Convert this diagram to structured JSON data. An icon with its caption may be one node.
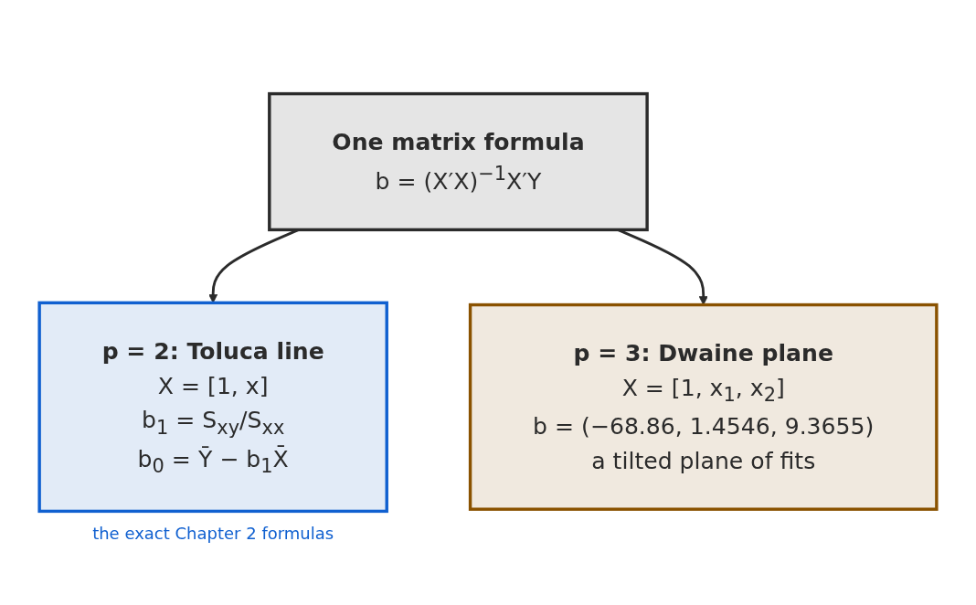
{
  "diagram": {
    "nodes": [
      {
        "text": [
          "One matrix formula",
          "b = (X′X)$^{−1}$X′Y"
        ]
      },
      {
        "text": [
          "p = 2: Toluca line",
          "X = [1, x]",
          "b$_{1}$ = S$_{xy}$/S$_{xx}$",
          "b$_{0}$ = Ȳ − b$_{1}$X̄"
        ],
        "beside": [
          "the exact Chapter 2 formulas"
        ]
      },
      {
        "text": [
          "p = 3: Dwaine plane",
          "X = [1, x$_{1}$, x$_{2}$]",
          "b = (−68.86, 1.4546, 9.3655)",
          "a tilted plane of fits"
        ]
      }
    ],
    "edges": [
      {
        "from": 0,
        "to": 1,
        "arrow": "to"
      },
      {
        "from": 0,
        "to": 2,
        "arrow": "to"
      }
    ]
  }
}
